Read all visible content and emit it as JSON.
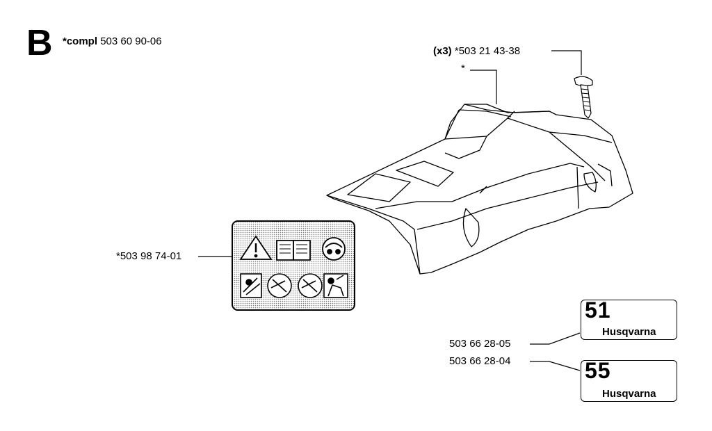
{
  "header": {
    "section_letter": "B",
    "compl_prefix": "*compl",
    "compl_number": "503 60 90-06"
  },
  "labels": {
    "screw_qty": "(x3)",
    "screw_part": "*503 21 43-38",
    "cover_mark": "*",
    "decal_part": "*503 98 74-01",
    "badge51_part": "503 66 28-05",
    "badge55_part": "503 66 28-04"
  },
  "badges": [
    {
      "model": "51",
      "brand": "Husqvarna"
    },
    {
      "model": "55",
      "brand": "Husqvarna"
    }
  ],
  "icons": [
    "warning-triangle-icon",
    "manual-book-icon",
    "protective-gear-icon",
    "kickback-icon",
    "saw-chain-icon",
    "saw-chain-icon",
    "two-hands-icon"
  ]
}
